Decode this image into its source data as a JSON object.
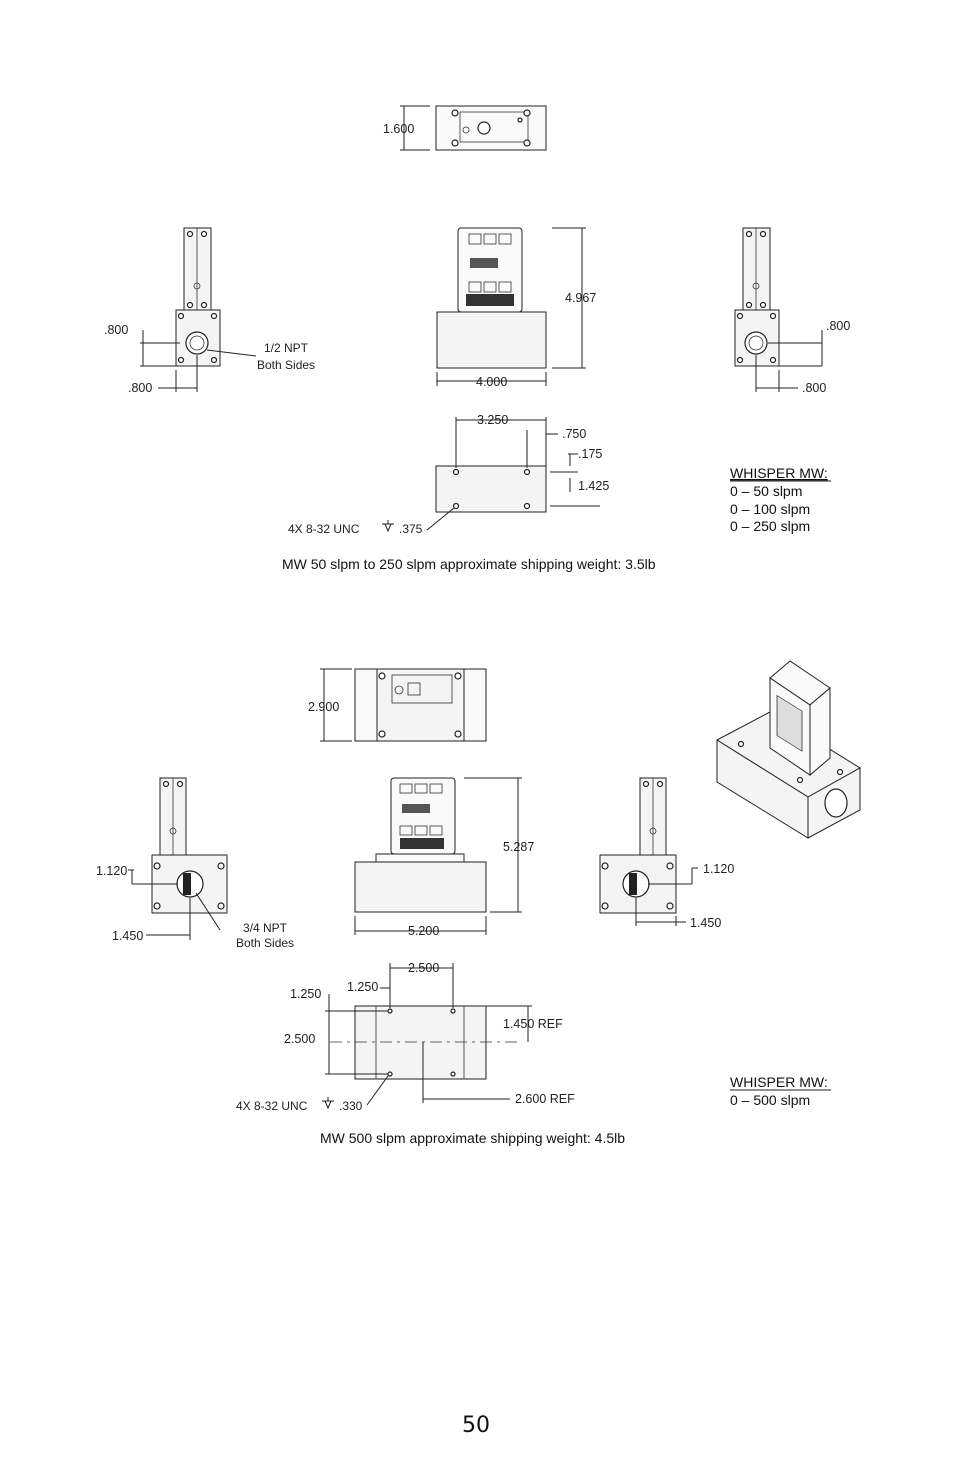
{
  "top_section": {
    "dim_top_height": "1.600",
    "dim_side_v": ".800",
    "dim_side_h": ".800",
    "port_label_line1": "1/2 NPT",
    "port_label_line2": "Both Sides",
    "dim_front_height": "4.967",
    "dim_front_width": "4.000",
    "dim_right_v": ".800",
    "dim_right_h": ".800",
    "dim_bottom_a": "3.250",
    "dim_bottom_b": ".750",
    "dim_bottom_c": ".175",
    "dim_bottom_d": "1.425",
    "thread_callout": "4X 8-32 UNC",
    "thread_depth": ".375",
    "models_title": "WHISPER MW:",
    "models": [
      "0 – 50 slpm",
      "0 – 100 slpm",
      "0 – 250 slpm"
    ],
    "weight_note": "MW 50 slpm to 250 slpm approximate shipping weight: 3.5lb"
  },
  "bottom_section": {
    "dim_top_height": "2.900",
    "dim_side_v": "1.120",
    "dim_side_h": "1.450",
    "port_label_line1": "3/4 NPT",
    "port_label_line2": "Both Sides",
    "dim_front_height": "5.287",
    "dim_front_width": "5.200",
    "dim_right_v": "1.120",
    "dim_right_h": "1.450",
    "dim_hole_spacing_x": "2.500",
    "dim_hole_offset_x": "1.250",
    "dim_hole_offset_y": "1.250",
    "dim_hole_spacing_y": "2.500",
    "dim_ref_v": "1.450 REF",
    "dim_ref_h": "2.600 REF",
    "thread_callout": "4X 8-32 UNC",
    "thread_depth": ".330",
    "models_title": "WHISPER MW:",
    "models": [
      "0 – 500 slpm"
    ],
    "weight_note": "MW 500 slpm approximate shipping weight: 4.5lb"
  },
  "page_number": "50"
}
